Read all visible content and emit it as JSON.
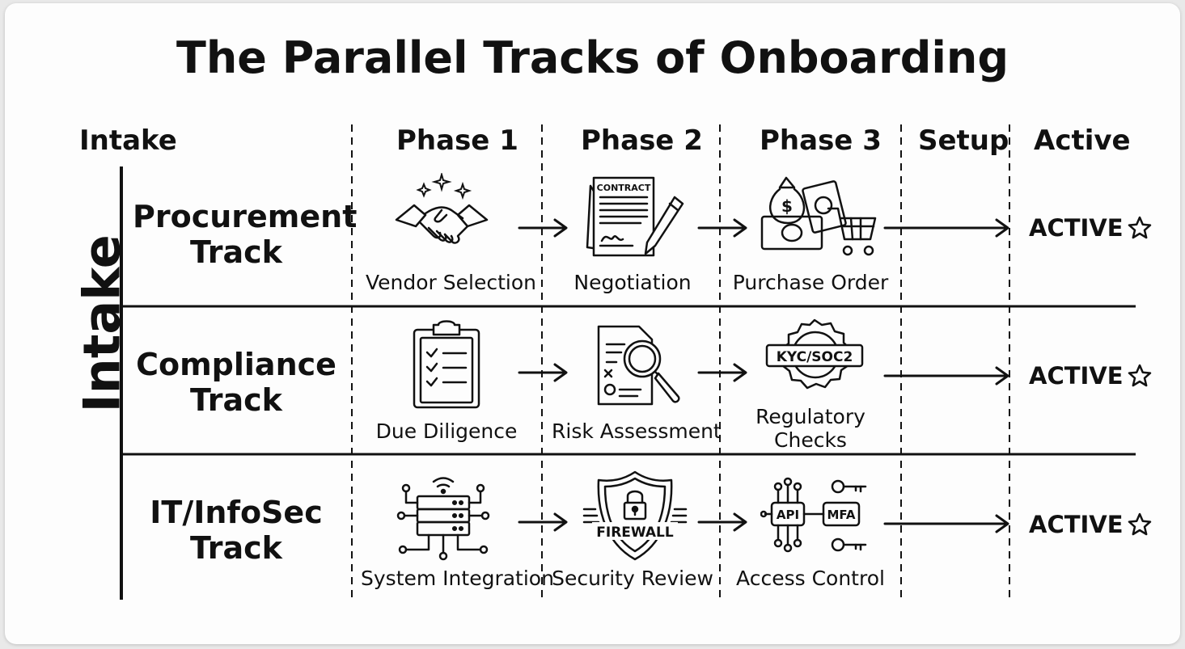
{
  "title": "The Parallel Tracks of Onboarding",
  "vertical_label": "Intake",
  "columns": [
    "Intake",
    "Phase 1",
    "Phase 2",
    "Phase 3",
    "Setup",
    "Active"
  ],
  "tracks": [
    {
      "name_line1": "Procurement",
      "name_line2": "Track",
      "steps": [
        {
          "label": "Vendor Selection",
          "icon": "handshake-icon"
        },
        {
          "label": "Negotiation",
          "icon": "contract-icon",
          "icon_text": "CONTRACT"
        },
        {
          "label": "Purchase Order",
          "icon": "money-cart-icon"
        }
      ],
      "end_label": "ACTIVE"
    },
    {
      "name_line1": "Compliance",
      "name_line2": "Track",
      "steps": [
        {
          "label": "Due Diligence",
          "icon": "clipboard-checklist-icon"
        },
        {
          "label": "Risk Assessment",
          "icon": "document-magnifier-icon"
        },
        {
          "label_line1": "Regulatory",
          "label_line2": "Checks",
          "icon": "seal-stamp-icon",
          "icon_text": "KYC/SOC2"
        }
      ],
      "end_label": "ACTIVE"
    },
    {
      "name_line1": "IT/InfoSec",
      "name_line2": "Track",
      "steps": [
        {
          "label": "System Integration",
          "icon": "server-network-icon"
        },
        {
          "label": "Security Review",
          "icon": "shield-lock-icon",
          "icon_text": "FIREWALL"
        },
        {
          "label": "Access Control",
          "icon": "api-mfa-keys-icon",
          "icon_text_1": "API",
          "icon_text_2": "MFA"
        }
      ],
      "end_label": "ACTIVE"
    }
  ]
}
